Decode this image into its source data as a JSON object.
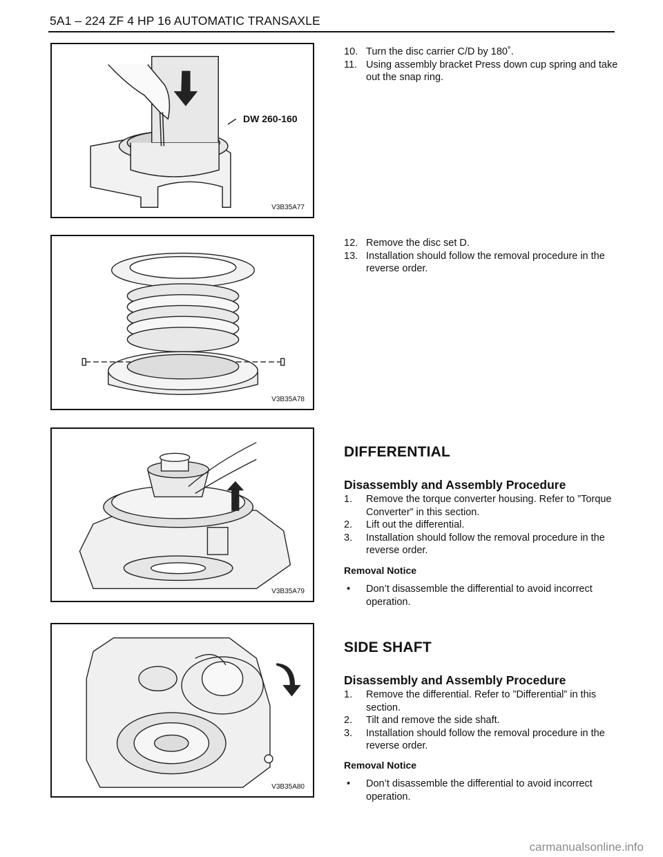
{
  "header": {
    "title": "5A1 – 224 ZF 4 HP 16 AUTOMATIC TRANSAXLE"
  },
  "figures": {
    "fig1": {
      "code": "V3B35A77",
      "callout": "DW 260-160"
    },
    "fig2": {
      "code": "V3B35A78"
    },
    "fig3": {
      "code": "V3B35A79"
    },
    "fig4": {
      "code": "V3B35A80"
    }
  },
  "section1": {
    "steps": [
      {
        "num": "10.",
        "text": "Turn the disc carrier C/D by 180˚."
      },
      {
        "num": "11.",
        "text": "Using assembly bracket Press down cup spring and take out the snap ring."
      }
    ]
  },
  "section2": {
    "steps": [
      {
        "num": "12.",
        "text": "Remove the disc set D."
      },
      {
        "num": "13.",
        "text": "Installation should follow the removal procedure in the reverse order."
      }
    ]
  },
  "differential": {
    "title": "DIFFERENTIAL",
    "subtitle": "Disassembly and Assembly Procedure",
    "steps": [
      {
        "num": "1.",
        "text": "Remove the torque converter housing. Refer to ”Torque Converter”  in this section."
      },
      {
        "num": "2.",
        "text": "Lift out the differential."
      },
      {
        "num": "3.",
        "text": "Installation should follow the removal procedure in the reverse order."
      }
    ],
    "notice_title": "Removal Notice",
    "notice_bullet": "•",
    "notice_text": "Don’t disassemble the differential to avoid incorrect operation."
  },
  "side_shaft": {
    "title": "SIDE SHAFT",
    "subtitle": "Disassembly and Assembly Procedure",
    "steps": [
      {
        "num": "1.",
        "text": "Remove the differential. Refer to ”Differential”  in this section."
      },
      {
        "num": "2.",
        "text": "Tilt and remove the side shaft."
      },
      {
        "num": "3.",
        "text": "Installation should follow the removal procedure in the reverse order."
      }
    ],
    "notice_title": "Removal Notice",
    "notice_bullet": "•",
    "notice_text": "Don’t disassemble the differential to avoid incorrect operation."
  },
  "watermark": "carmanualsonline.info"
}
